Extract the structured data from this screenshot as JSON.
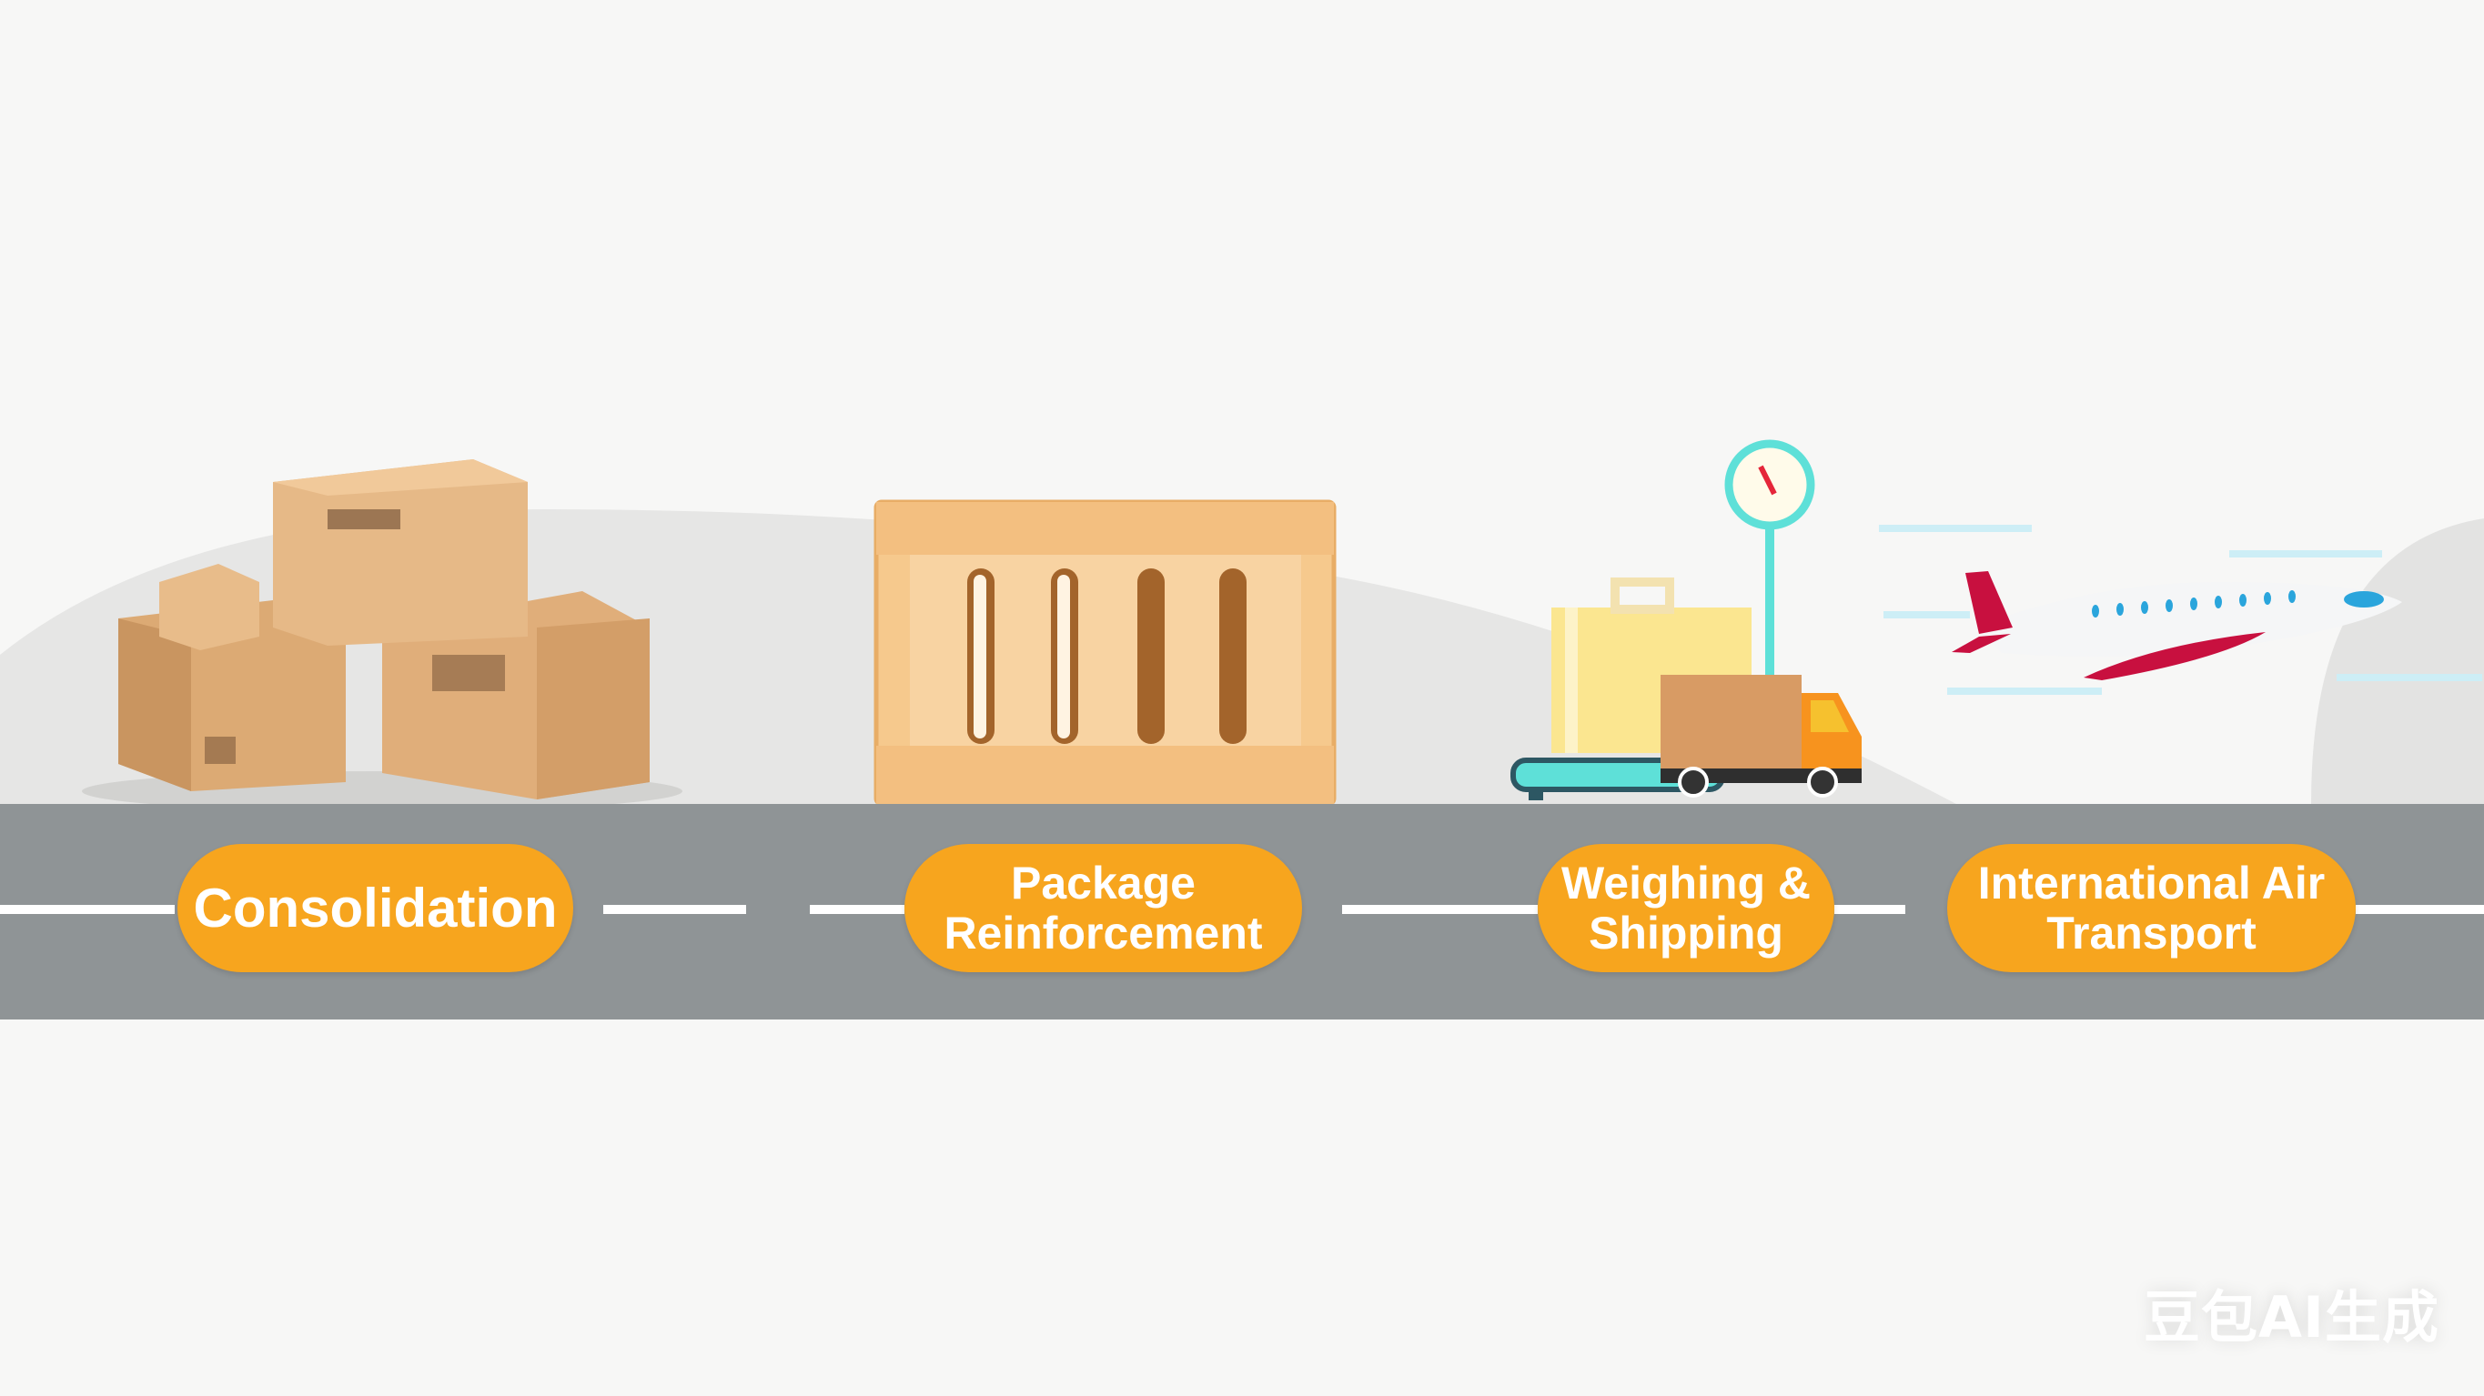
{
  "steps": [
    {
      "label_line1": "Consolidation",
      "label_line2": "",
      "icon": "cardboard-boxes-icon"
    },
    {
      "label_line1": "Package",
      "label_line2": "Reinforcement",
      "icon": "wooden-crate-icon"
    },
    {
      "label_line1": "Weighing &",
      "label_line2": "Shipping",
      "icon": "scale-truck-icon"
    },
    {
      "label_line1": "International Air",
      "label_line2": "Transport",
      "icon": "airplane-icon"
    }
  ],
  "watermark": "豆包AI生成",
  "colors": {
    "pill": "#f7a51e",
    "road": "#8f9496",
    "cardboard": "#e2b27f",
    "crate": "#f6c98d",
    "scale": "#5ee0d8",
    "truck": "#f7931e",
    "plane_accent": "#c8103f",
    "plane_windows": "#2aa5dc"
  }
}
